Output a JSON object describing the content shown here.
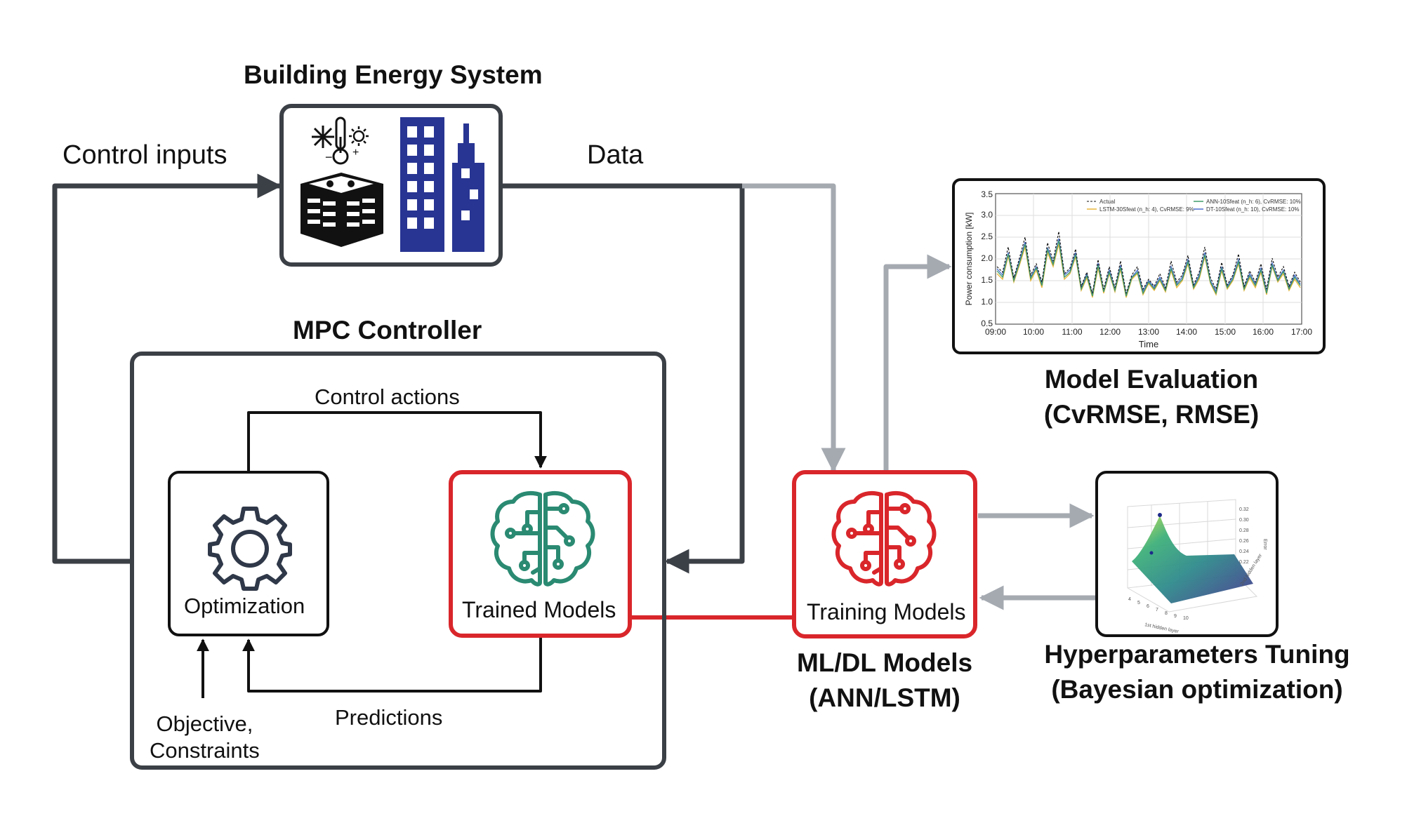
{
  "colors": {
    "dark": "#3b3f46",
    "gray_arrow": "#a5aab1",
    "red": "#d9262b",
    "green": "#2a8a72",
    "navy": "#283593",
    "black": "#111111"
  },
  "building": {
    "title": "Building Energy System",
    "icons": [
      "hvac-unit-icon",
      "thermometer-icon",
      "snowflake-icon",
      "sun-icon",
      "office-building-icon",
      "skyscraper-icon"
    ]
  },
  "flows": {
    "control_inputs": "Control inputs",
    "data": "Data",
    "control_actions": "Control actions",
    "predictions": "Predictions",
    "objective_line1": "Objective,",
    "objective_line2": "Constraints"
  },
  "mpc": {
    "title": "MPC Controller",
    "optimization": "Optimization",
    "trained_models": "Trained Models"
  },
  "ml": {
    "training_models": "Training Models",
    "title_line1": "ML/DL Models",
    "title_line2": "(ANN/LSTM)"
  },
  "evaluation": {
    "title_line1": "Model Evaluation",
    "title_line2": "(CvRMSE, RMSE)",
    "plot": {
      "ylabel": "Power consumption [kW]",
      "xlabel": "Time",
      "yticks": [
        "0.5",
        "1.0",
        "1.5",
        "2.0",
        "2.5",
        "3.0",
        "3.5"
      ],
      "xticks": [
        "09:00",
        "10:00",
        "11:00",
        "12:00",
        "13:00",
        "14:00",
        "15:00",
        "16:00",
        "17:00"
      ],
      "legend": [
        "Actual",
        "LSTM-30Sfeat (n_h: 4), CvRMSE: 9%",
        "ANN-10Sfeat (n_h: 6), CvRMSE: 10%",
        "DT-10Sfeat (n_h: 10), CvRMSE: 10%"
      ]
    }
  },
  "tuning": {
    "title_line1": "Hyperparameters Tuning",
    "title_line2": "(Bayesian optimization)",
    "plot": {
      "zticks": [
        "0.32",
        "0.30",
        "0.28",
        "0.26",
        "0.24",
        "0.22"
      ],
      "xticks": [
        "4",
        "5",
        "6",
        "7",
        "8",
        "9",
        "10"
      ],
      "xlabel": "1st hidden layer",
      "ylabel": "2nd hidden layer",
      "zlabel": "Error"
    }
  }
}
